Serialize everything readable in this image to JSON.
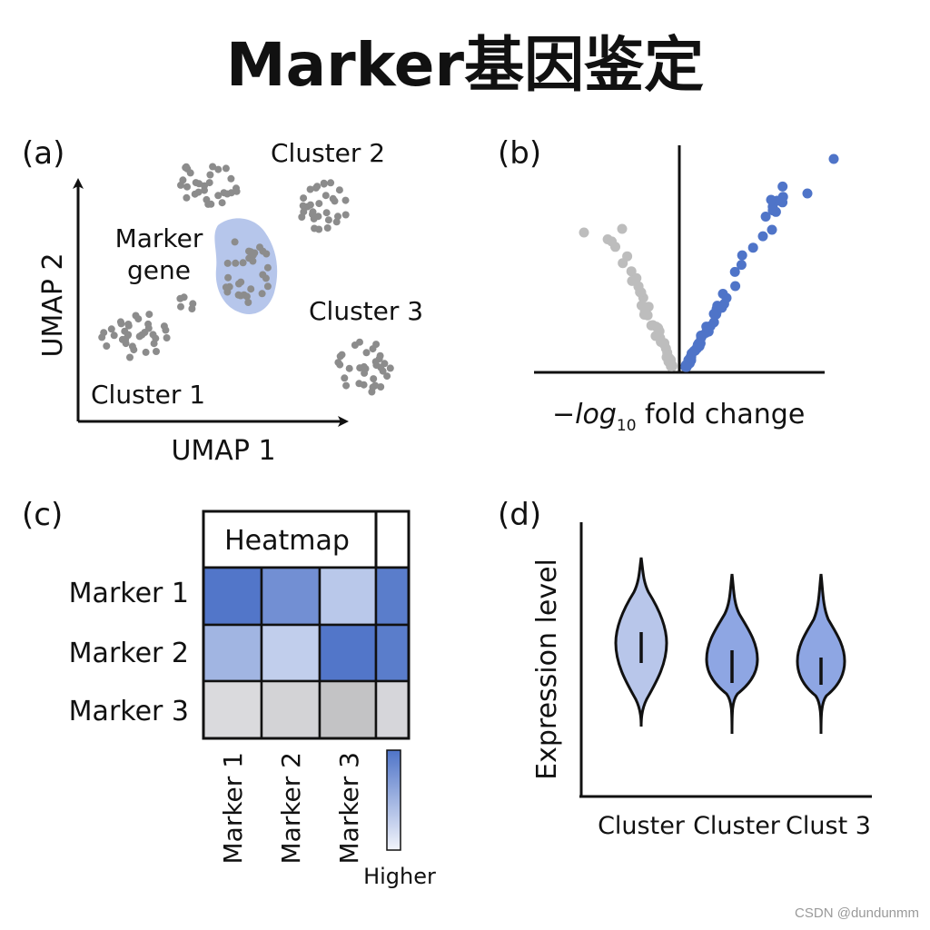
{
  "title": "Marker基因鉴定",
  "watermark": "CSDN @dundunmm",
  "colors": {
    "accent": "#4f74c8",
    "accent_light": "#a9bce8",
    "gray_dot": "#8c8c8c",
    "gray_light": "#bdbdbd",
    "axis": "#111111"
  },
  "panels": {
    "a": {
      "label": "(a)",
      "xlabel": "UMAP 1",
      "ylabel": "UMAP 2",
      "annotation_line1": "Marker",
      "annotation_line2": "gene",
      "clusters": [
        "Cluster 1",
        "Cluster 2",
        "Cluster 3"
      ]
    },
    "b": {
      "label": "(b)",
      "xlabel_prefix": "−",
      "xlabel_log": "log",
      "xlabel_sub": "10",
      "xlabel_suffix": " fold change"
    },
    "c": {
      "label": "(c)",
      "header": "Heatmap",
      "row_labels": [
        "Marker 1",
        "Marker 2",
        "Marker 3"
      ],
      "col_labels": [
        "Marker 1",
        "Marker 2",
        "Marker 3"
      ],
      "colorbar_label": "Higher"
    },
    "d": {
      "label": "(d)",
      "ylabel": "Expression level",
      "categories": [
        "Cluster",
        "Cluster",
        "Clust 3"
      ]
    }
  },
  "chart_data": [
    {
      "panel": "c",
      "type": "heatmap",
      "header": "Heatmap",
      "rows": [
        "Marker 1",
        "Marker 2",
        "Marker 3"
      ],
      "columns": [
        "Marker 1",
        "Marker 2",
        "Marker 3"
      ],
      "values": [
        [
          0.95,
          0.75,
          0.3,
          0.9
        ],
        [
          0.45,
          0.25,
          0.95,
          0.9
        ],
        [
          0.1,
          0.2,
          0.45,
          0.15
        ]
      ],
      "gray_row": 2,
      "colorbar_label": "Higher"
    },
    {
      "panel": "d",
      "type": "violin",
      "ylabel": "Expression level",
      "categories": [
        "Cluster",
        "Cluster",
        "Clust 3"
      ]
    }
  ]
}
